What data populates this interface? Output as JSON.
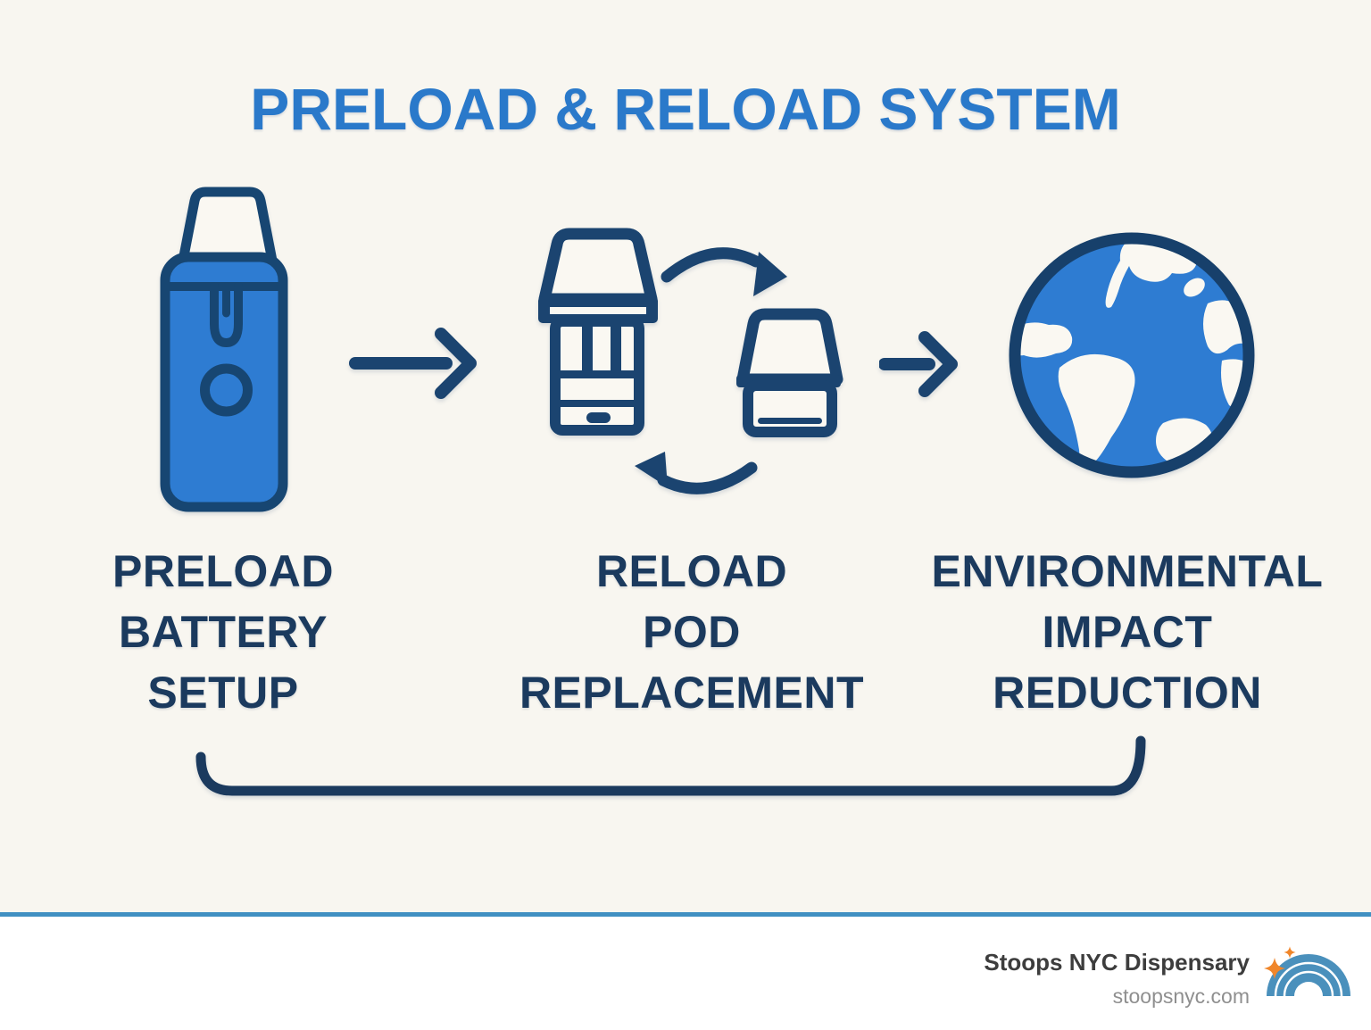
{
  "title": "PRELOAD & RELOAD SYSTEM",
  "steps": [
    {
      "icon": "vape-battery-icon",
      "label_lines": [
        "PRELOAD",
        "BATTERY",
        "SETUP"
      ]
    },
    {
      "icon": "pod-swap-icon",
      "label_lines": [
        "RELOAD",
        "POD",
        "REPLACEMENT"
      ]
    },
    {
      "icon": "earth-globe-icon",
      "label_lines": [
        "ENVIRONMENTAL",
        "IMPACT",
        "REDUCTION"
      ]
    }
  ],
  "flow": {
    "arrow_icons": [
      "right-arrow-icon",
      "right-arrow-icon"
    ],
    "connector": "bottom-bracket"
  },
  "footer": {
    "brand": "Stoops NYC Dispensary",
    "website": "stoopsnyc.com",
    "logo_icon": "rainbow-sparkle-icon"
  },
  "colors": {
    "background": "#F8F6F0",
    "footer_background": "#FFFFFF",
    "title_blue": "#2A79CA",
    "icon_fill_blue": "#2E7CD2",
    "outline_navy": "#174672",
    "pod_navy": "#1B4470",
    "label_navy": "#1B3A5E",
    "divider_blue": "#4090C2",
    "logo_blue": "#4A90BC",
    "logo_orange": "#F0862B",
    "footer_text_dark": "#3D3D3D",
    "footer_text_gray": "#8F8F8F"
  }
}
